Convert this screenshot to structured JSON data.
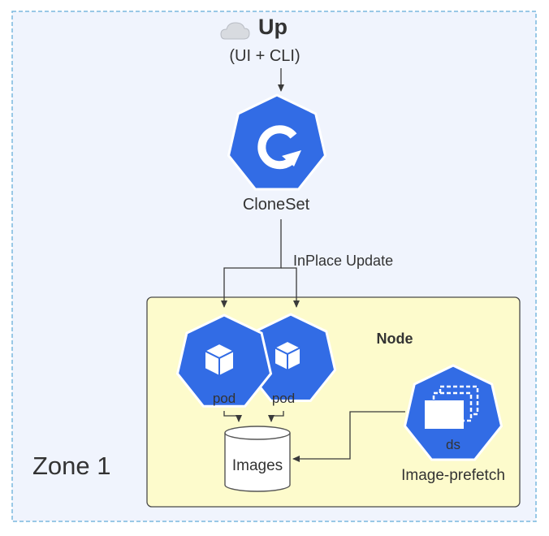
{
  "title": "Up",
  "subtitle": "(UI + CLI)",
  "zone_label": "Zone 1",
  "node_label": "Node",
  "cloneset": {
    "label": "CloneSet",
    "icon": "cloneset-icon"
  },
  "edge_label": "InPlace Update",
  "pods": [
    {
      "label": "pod",
      "icon": "cube-icon"
    },
    {
      "label": "pod",
      "icon": "cube-icon"
    }
  ],
  "images_label": "Images",
  "prefetch": {
    "badge": "ds",
    "label": "Image-prefetch",
    "icon": "daemonset-icon"
  },
  "colors": {
    "k8s_blue": "#326ce5",
    "zone_fill": "#f0f4fd",
    "zone_border": "#7ab8de",
    "node_fill": "#fdfbcc",
    "node_border": "#4a4a4a",
    "arrow": "#3a3a3a"
  }
}
